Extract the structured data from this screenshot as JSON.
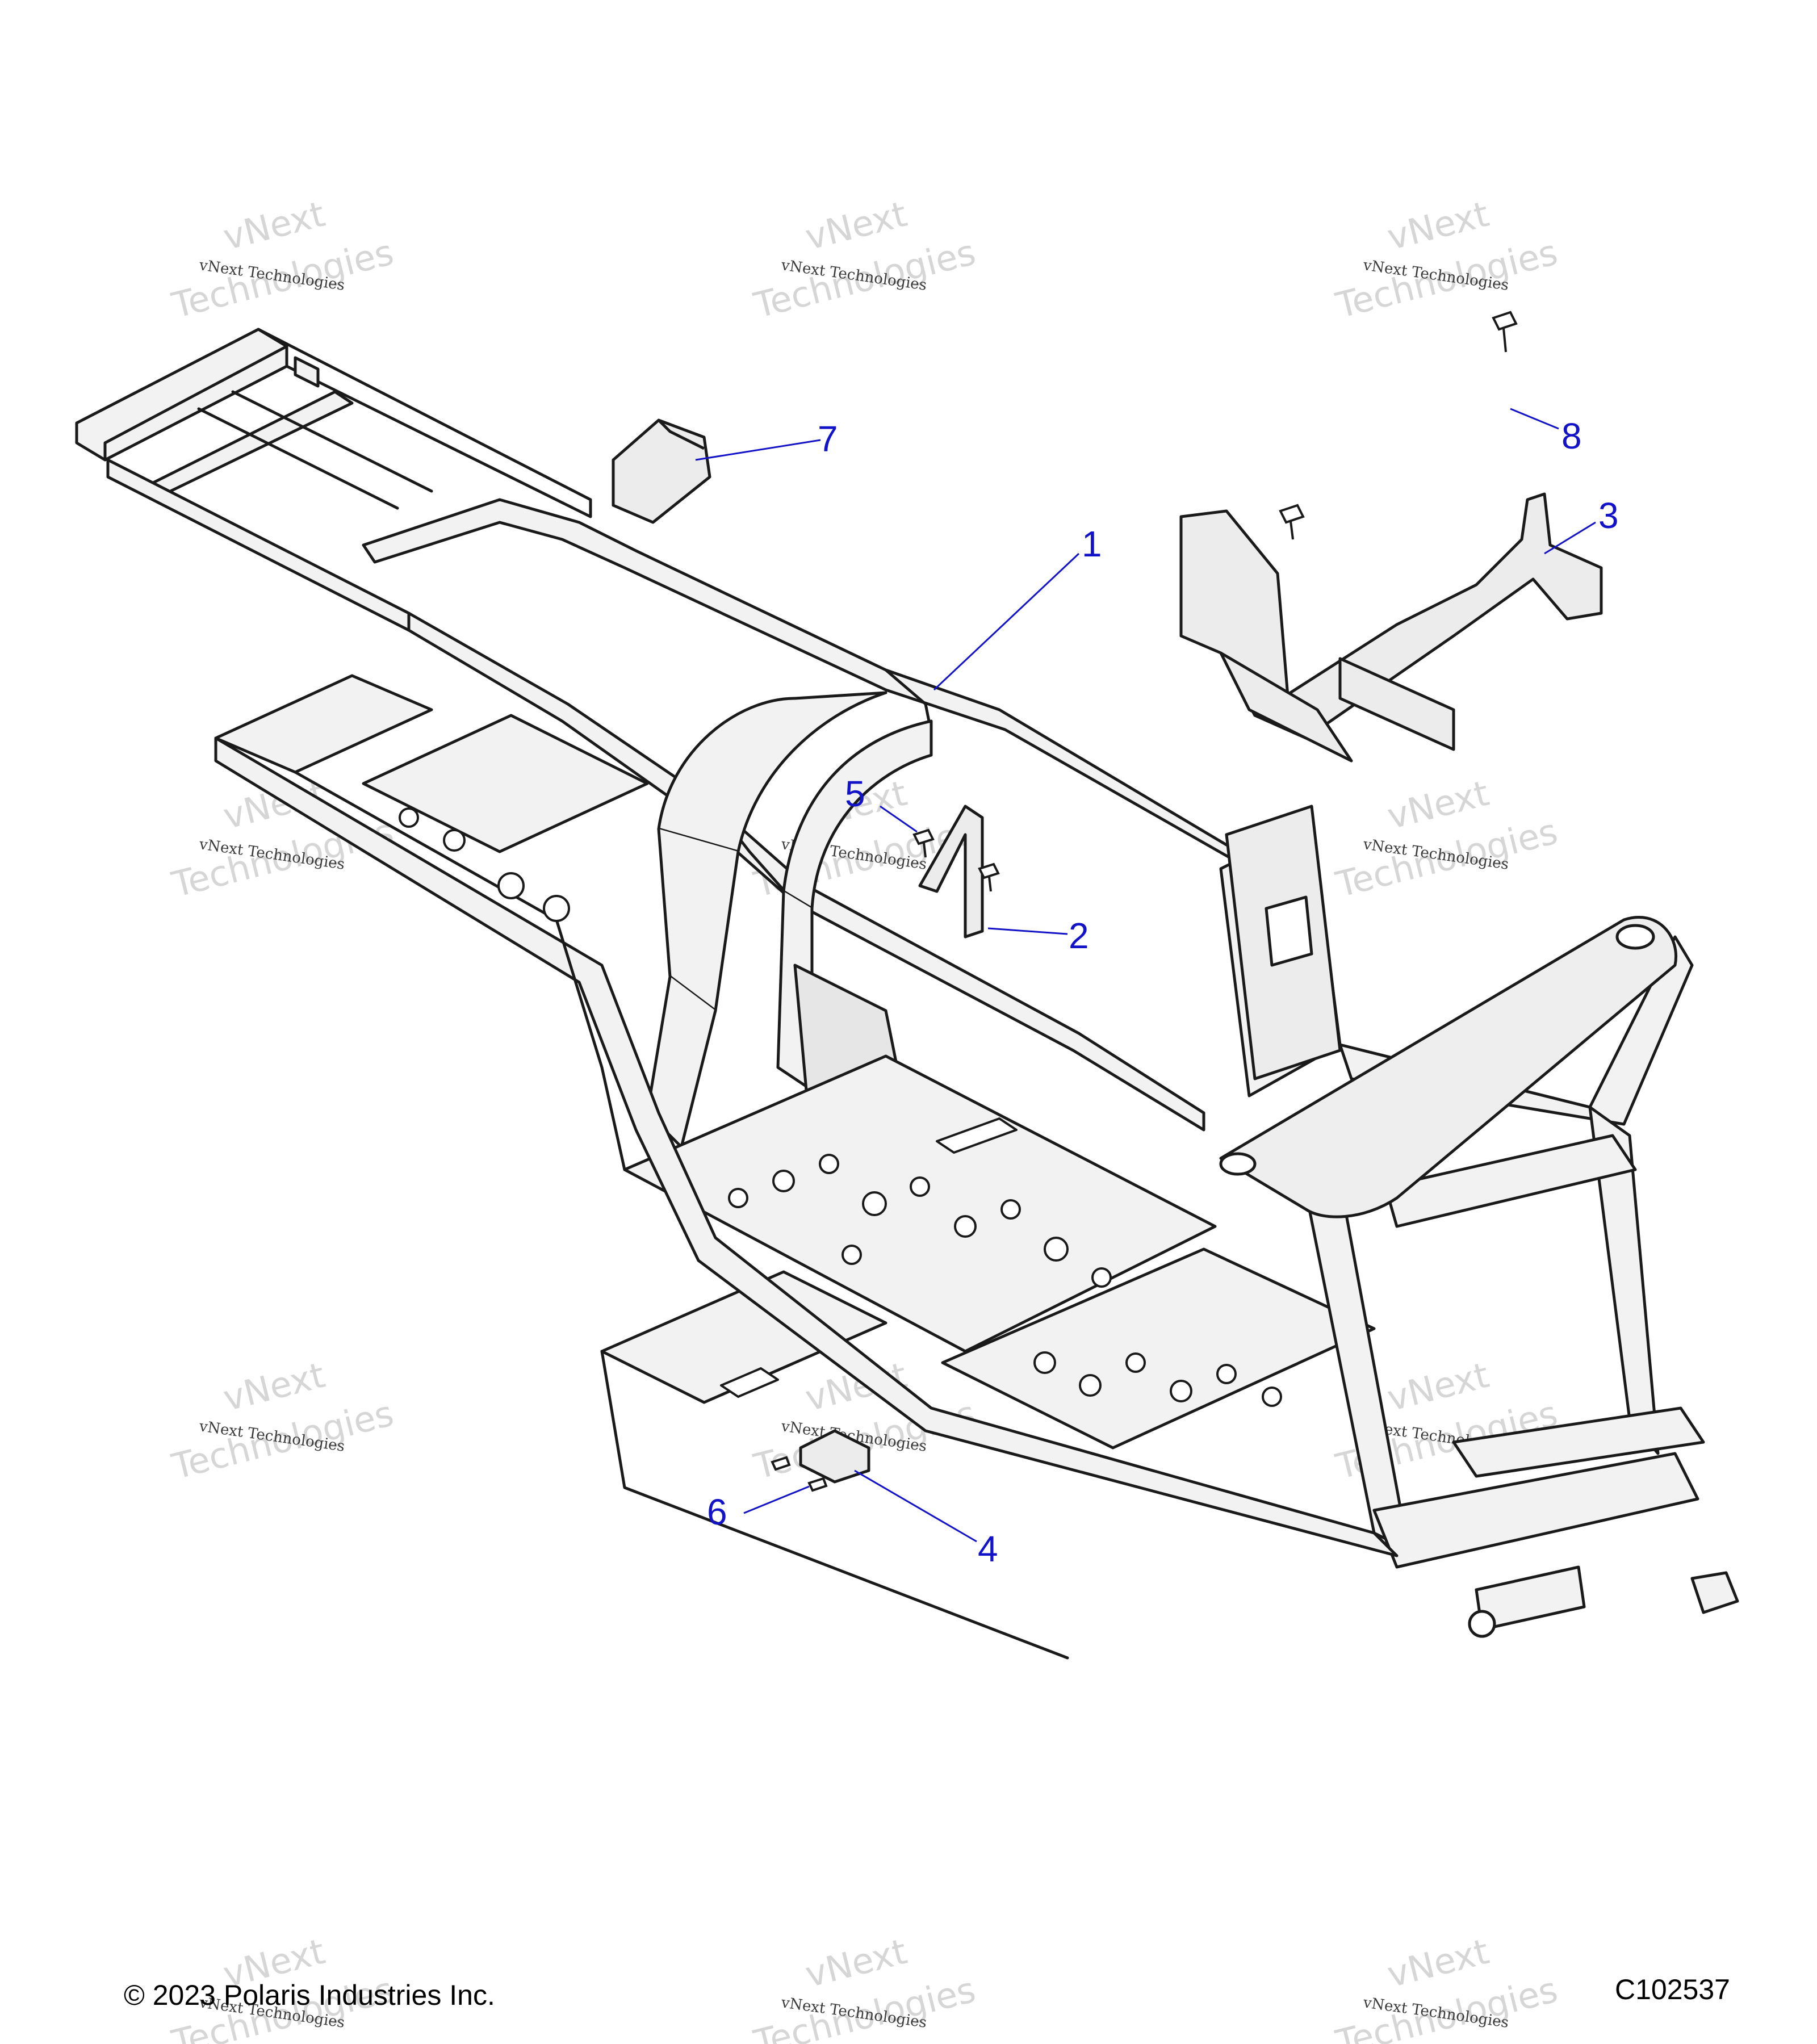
{
  "diagram": {
    "figure_id": "C102537",
    "copyright": "© 2023 Polaris Industries Inc.",
    "callout_color": "#1212c8",
    "line_color": "#1a1a1a",
    "fill_color": "#f2f2f2",
    "callouts": [
      "1",
      "2",
      "3",
      "4",
      "5",
      "6",
      "7",
      "8"
    ]
  },
  "watermark": {
    "small_text": "vNext Technologies",
    "big_text_1": "vNext",
    "big_text_2": "Technologies",
    "color": "#d6d6d6"
  }
}
